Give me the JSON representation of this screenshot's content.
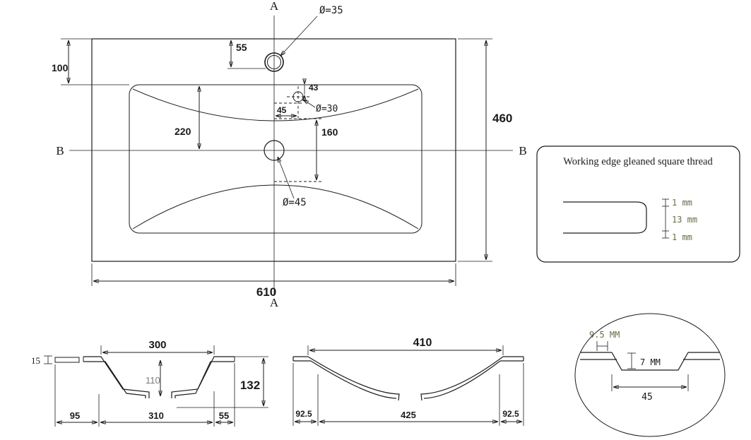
{
  "plan_view": {
    "section_a_top": "A",
    "section_a_bottom": "A",
    "section_b_left": "B",
    "section_b_right": "B",
    "faucet_hole_label": "Ø=35",
    "dim_faucet_offset": "55",
    "dim_rim_to_basin": "100",
    "dim_overflow_drop": "43",
    "dim_overflow_offset": "45",
    "overflow_hole_label": "Ø=30",
    "dim_basin_front": "220",
    "dim_drain_offset": "160",
    "drain_hole_label": "Ø=45",
    "dim_overall_depth": "460",
    "dim_overall_width": "610"
  },
  "thread_note": {
    "title": "Working edge gleaned square thread",
    "dim_top": "1 mm",
    "dim_middle": "13 mm",
    "dim_bottom": "1 mm"
  },
  "section_aa": {
    "dim_edge_thickness": "15",
    "dim_top_opening": "300",
    "dim_basin_depth": "110",
    "dim_overall_height": "132",
    "dim_left": "95",
    "dim_bottom_width": "310",
    "dim_right": "55"
  },
  "section_bb": {
    "dim_top_opening": "410",
    "dim_left": "92.5",
    "dim_bottom_width": "425",
    "dim_right": "92.5"
  },
  "edge_detail": {
    "dim_width": "9.5 MM",
    "dim_depth": "7 MM",
    "dim_span": "45"
  }
}
